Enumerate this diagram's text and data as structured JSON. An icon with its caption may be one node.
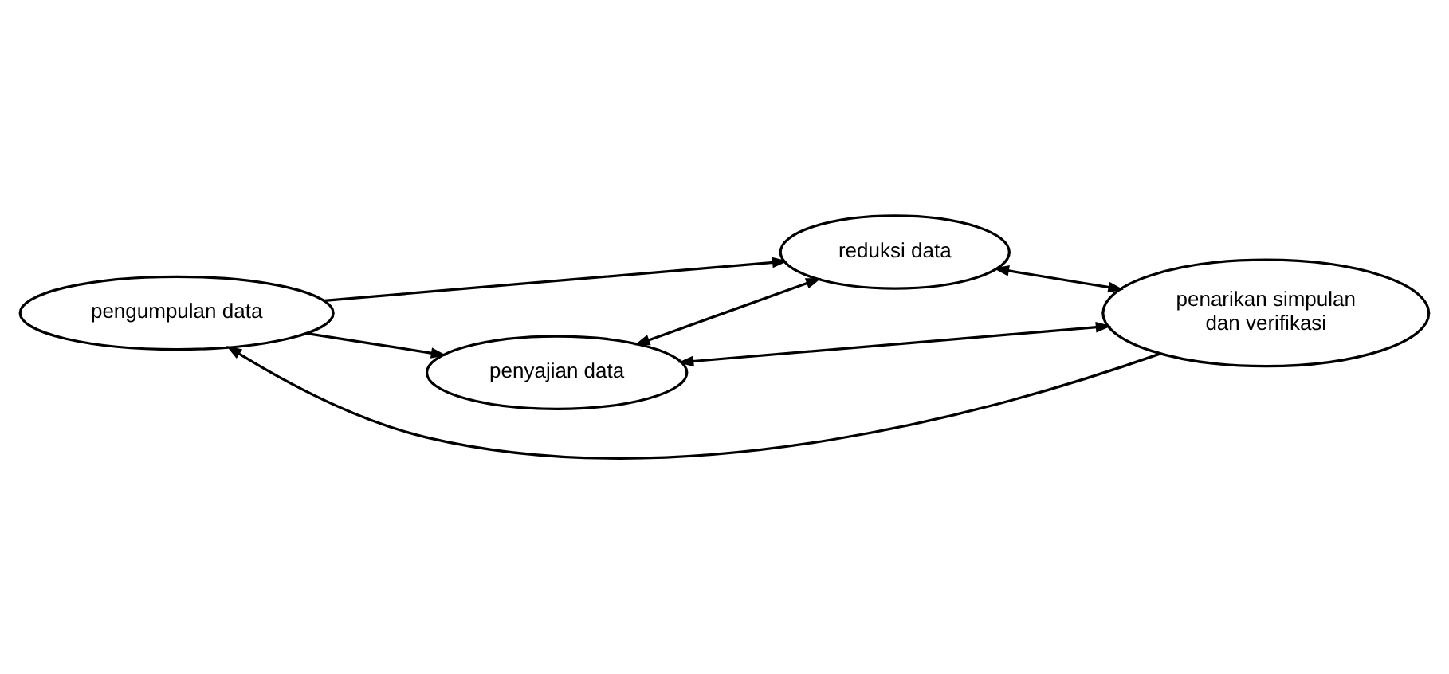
{
  "diagram": {
    "nodes": [
      {
        "text": [
          "pengumpulan data"
        ]
      },
      {
        "text": [
          "penyajian data"
        ]
      },
      {
        "text": [
          "reduksi data"
        ]
      },
      {
        "text": [
          "penarikan simpulan dan verifikasi"
        ]
      }
    ],
    "edges": [
      {
        "from": 0,
        "to": 1,
        "arrow": "to"
      },
      {
        "from": 0,
        "to": 2,
        "arrow": "to"
      },
      {
        "from": 1,
        "to": 2,
        "arrow": "both"
      },
      {
        "from": 1,
        "to": 3,
        "arrow": "both"
      },
      {
        "from": 2,
        "to": 3,
        "arrow": "both"
      },
      {
        "from": 3,
        "to": 0,
        "arrow": "to"
      }
    ]
  }
}
